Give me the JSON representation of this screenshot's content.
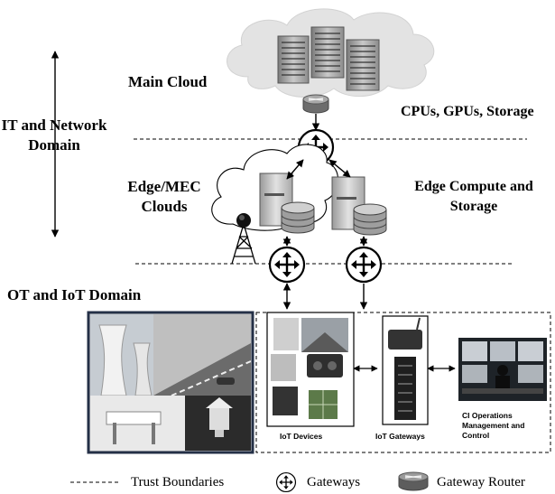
{
  "labels": {
    "it_domain": "IT and Network Domain",
    "main_cloud": "Main Cloud",
    "cloud_resources": "CPUs, GPUs, Storage",
    "edge_clouds": "Edge/MEC Clouds",
    "edge_compute": "Edge Compute and Storage",
    "ot_domain": "OT and IoT Domain",
    "iot_devices": "IoT Devices",
    "iot_gateways": "IoT Gateways",
    "ci_operations": "CI Operations Management and Control"
  },
  "legend": {
    "trust_boundaries": "Trust Boundaries",
    "gateways": "Gateways",
    "gateway_router": "Gateway Router"
  },
  "icons": [
    "server-icon",
    "database-server-icon",
    "gateway-icon",
    "gateway-router-icon",
    "cell-tower-icon"
  ]
}
